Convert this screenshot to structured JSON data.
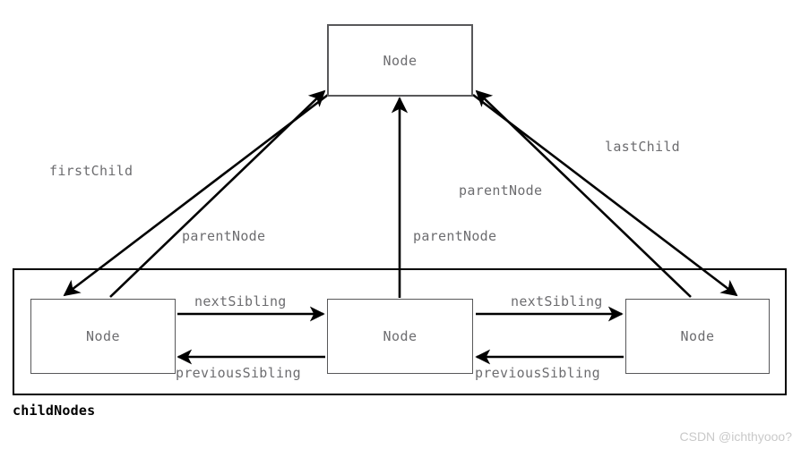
{
  "diagram": {
    "title": "DOM Node relationship diagram",
    "colors": {
      "node_border": "#58585a",
      "node_text": "#6d6d70",
      "container_border": "#000000",
      "arrow": "#000000",
      "label_text": "#6d6d70",
      "childnodes_text": "#000000",
      "watermark_text": "#c9c9c9",
      "background": "#ffffff"
    },
    "nodes": [
      {
        "id": "top-node",
        "label": "Node"
      },
      {
        "id": "child-node-1",
        "label": "Node"
      },
      {
        "id": "child-node-2",
        "label": "Node"
      },
      {
        "id": "child-node-3",
        "label": "Node"
      }
    ],
    "edge_labels": {
      "first_child": "firstChild",
      "last_child": "lastChild",
      "parent_node_1": "parentNode",
      "parent_node_2": "parentNode",
      "parent_node_3": "parentNode",
      "next_sibling_1": "nextSibling",
      "next_sibling_2": "nextSibling",
      "previous_sibling_1": "previousSibling",
      "previous_sibling_2": "previousSibling"
    },
    "container_label": "childNodes",
    "watermark": "CSDN @ichthyooo?"
  }
}
